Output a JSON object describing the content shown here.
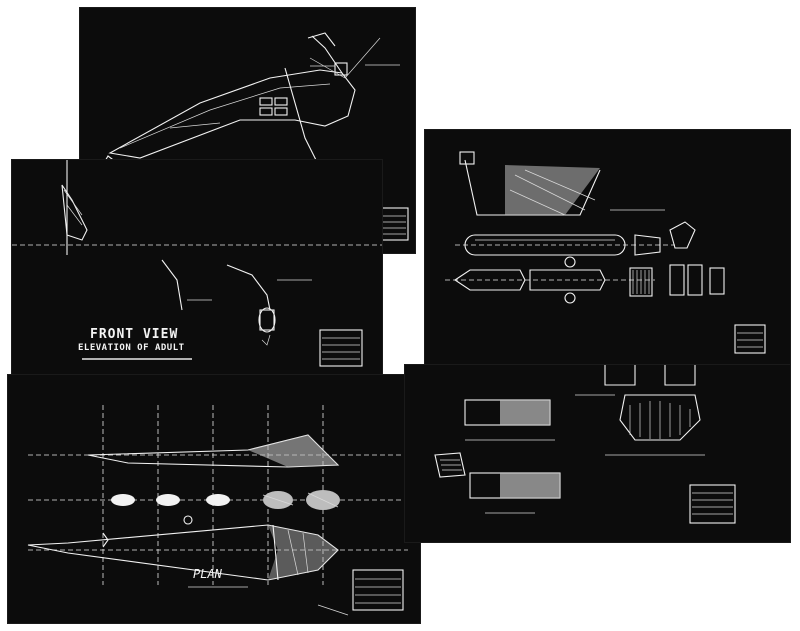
{
  "photo": {
    "subject": "",
    "sheets": [
      {
        "id": "sheet-top-left"
      },
      {
        "id": "sheet-middle-left"
      },
      {
        "id": "sheet-top-right"
      },
      {
        "id": "sheet-bottom-left"
      },
      {
        "id": "sheet-bottom-right"
      }
    ]
  },
  "labels": {
    "front_view_title": "FRONT VIEW",
    "front_view_subtitle": "ELEVATION OF ADULT",
    "plan_label": "PLAN"
  },
  "colors": {
    "paper": "#0c0c0c",
    "ink": "#f2f2f2",
    "background": "#ffffff"
  }
}
